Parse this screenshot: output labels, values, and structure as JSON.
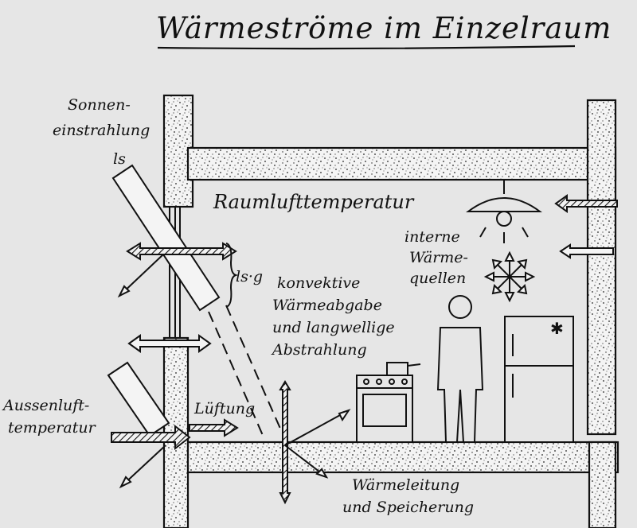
{
  "title": "Wärmeströme im Einzelraum",
  "labels": {
    "sun_1": "Sonnen-",
    "sun_2": "einstrahlung",
    "sun_mark": "ls",
    "room_air": "Raumlufttemperatur",
    "internal_1": "interne",
    "internal_2": "Wärme-",
    "internal_3": "quellen",
    "bracket_mark": "ls·g",
    "conv_1": "konvektive",
    "conv_2": "Wärmeabgabe",
    "conv_3": "und langwellige",
    "conv_4": "Abstrahlung",
    "outside_1": "Aussenluft-",
    "outside_2": "temperatur",
    "ventilation": "Lüftung",
    "storage_1": "Wärmeleitung",
    "storage_2": "und Speicherung"
  },
  "colors": {
    "ink": "#111111",
    "paper": "#e6e6e6",
    "concrete": "#f4f4f4"
  },
  "icons": [
    "ceiling-lamp-icon",
    "person-icon",
    "stove-icon",
    "fridge-icon",
    "heat-burst-icon",
    "sun-ray-icon"
  ]
}
